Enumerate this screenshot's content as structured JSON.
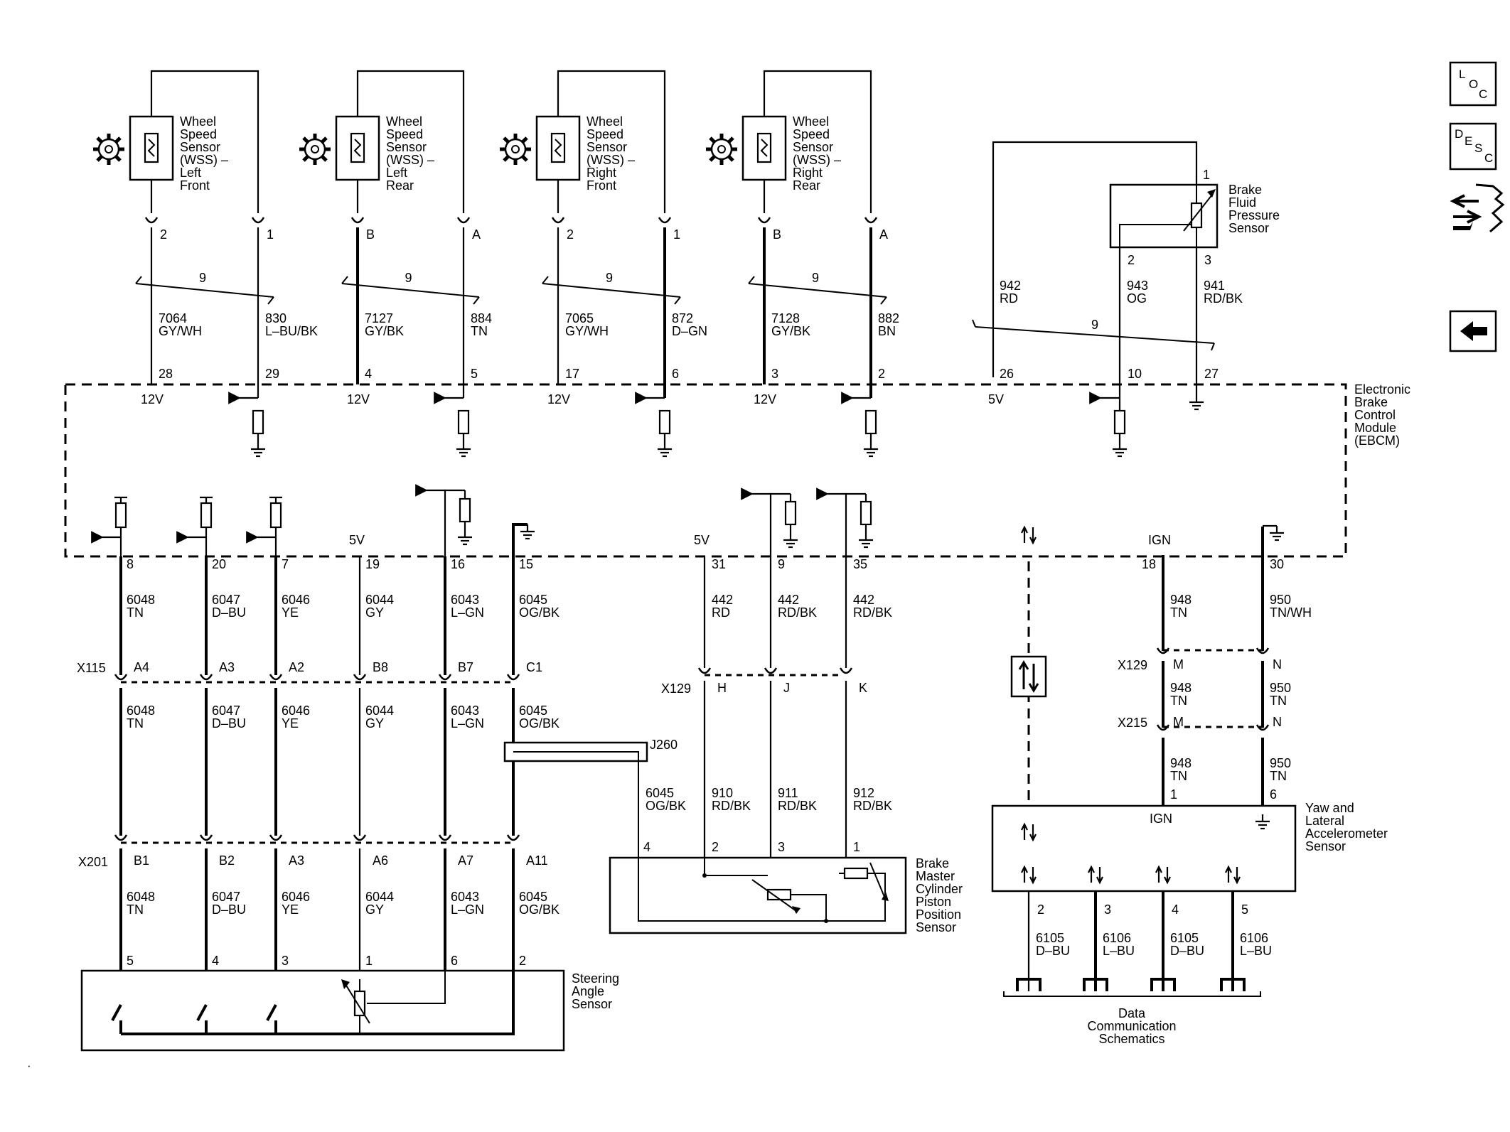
{
  "sensors": {
    "lf": {
      "line1": "Wheel",
      "line2": "Speed",
      "line3": "Sensor",
      "line4": "(WSS) –",
      "line5": "Left",
      "line6": "Front",
      "pin_a": "2",
      "pin_b": "1",
      "wire_a": "7064",
      "color_a": "GY/WH",
      "wire_b": "830",
      "color_b": "L–BU/BK",
      "ecm_pin_a": "28",
      "ecm_pin_b": "29",
      "voltage": "12V"
    },
    "lr": {
      "line1": "Wheel",
      "line2": "Speed",
      "line3": "Sensor",
      "line4": "(WSS) –",
      "line5": "Left",
      "line6": "Rear",
      "pin_a": "B",
      "pin_b": "A",
      "wire_a": "7127",
      "color_a": "GY/BK",
      "wire_b": "884",
      "color_b": "TN",
      "ecm_pin_a": "4",
      "ecm_pin_b": "5",
      "voltage": "12V"
    },
    "rf": {
      "line1": "Wheel",
      "line2": "Speed",
      "line3": "Sensor",
      "line4": "(WSS) –",
      "line5": "Right",
      "line6": "Front",
      "pin_a": "2",
      "pin_b": "1",
      "wire_a": "7065",
      "color_a": "GY/WH",
      "wire_b": "872",
      "color_b": "D–GN",
      "ecm_pin_a": "17",
      "ecm_pin_b": "6",
      "voltage": "12V"
    },
    "rr": {
      "line1": "Wheel",
      "line2": "Speed",
      "line3": "Sensor",
      "line4": "(WSS) –",
      "line5": "Right",
      "line6": "Rear",
      "pin_a": "B",
      "pin_b": "A",
      "wire_a": "7128",
      "color_a": "GY/BK",
      "wire_b": "882",
      "color_b": "BN",
      "ecm_pin_a": "3",
      "ecm_pin_b": "2",
      "voltage": "12V"
    }
  },
  "twist_label": "9",
  "bfps": {
    "line1": "Brake",
    "line2": "Fluid",
    "line3": "Pressure",
    "line4": "Sensor",
    "pin1": "1",
    "pin2": "2",
    "pin3": "3",
    "w1": "942",
    "c1": "RD",
    "w2": "943",
    "c2": "OG",
    "w3": "941",
    "c3": "RD/BK",
    "ecm1": "26",
    "ecm2": "10",
    "ecm3": "27",
    "voltage": "5V"
  },
  "ebcm": {
    "line1": "Electronic",
    "line2": "Brake",
    "line3": "Control",
    "line4": "Module",
    "line5": "(EBCM)"
  },
  "bottom_pins": {
    "p8": {
      "pin": "8",
      "wire": "6048",
      "color": "TN",
      "x115": "A4",
      "x201": "B1",
      "sas": "5"
    },
    "p20": {
      "pin": "20",
      "wire": "6047",
      "color": "D–BU",
      "x115": "A3",
      "x201": "B2",
      "sas": "4"
    },
    "p7": {
      "pin": "7",
      "wire": "6046",
      "color": "YE",
      "x115": "A2",
      "x201": "A3",
      "sas": "3"
    },
    "p19": {
      "pin": "19",
      "wire": "6044",
      "color": "GY",
      "x115": "B8",
      "x201": "A6",
      "sas": "1",
      "voltage": "5V"
    },
    "p16": {
      "pin": "16",
      "wire": "6043",
      "color": "L–GN",
      "x115": "B7",
      "x201": "A7",
      "sas": "6"
    },
    "p15": {
      "pin": "15",
      "wire": "6045",
      "color": "OG/BK",
      "x115": "C1",
      "x201": "A11",
      "sas": "2"
    }
  },
  "connectors": {
    "x115": "X115",
    "x201": "X201",
    "x129": "X129",
    "x215": "X215",
    "j260": "J260"
  },
  "bmc": {
    "p31": {
      "pin": "31",
      "wire": "442",
      "color": "RD",
      "x129": "H",
      "wire2": "910",
      "color2": "RD/BK",
      "sensor_pin": "2",
      "voltage": "5V"
    },
    "p9": {
      "pin": "9",
      "wire": "442",
      "color": "RD/BK",
      "x129": "J",
      "wire2": "911",
      "color2": "RD/BK",
      "sensor_pin": "3"
    },
    "p35": {
      "pin": "35",
      "wire": "442",
      "color": "RD/BK",
      "x129": "K",
      "wire2": "912",
      "color2": "RD/BK",
      "sensor_pin": "1"
    },
    "og_wire": "6045",
    "og_color": "OG/BK",
    "og_pin": "4",
    "line1": "Brake",
    "line2": "Master",
    "line3": "Cylinder",
    "line4": "Piston",
    "line5": "Position",
    "line6": "Sensor"
  },
  "sas": {
    "line1": "Steering",
    "line2": "Angle",
    "line3": "Sensor"
  },
  "yaw": {
    "ign_label": "IGN",
    "ign_pin": "18",
    "gnd_pin": "30",
    "ign_wire": "948",
    "ign_color": "TN",
    "gnd_wire": "950",
    "gnd_color": "TN/WH",
    "gnd_color2": "TN",
    "x129_ign": "M",
    "x129_gnd": "N",
    "x215_ign": "M",
    "x215_gnd": "N",
    "sensor_ign_pin": "1",
    "sensor_gnd_pin": "6",
    "line1": "Yaw and",
    "line2": "Lateral",
    "line3": "Accelerometer",
    "line4": "Sensor",
    "data": [
      {
        "pin": "2",
        "wire": "6105",
        "color": "D–BU"
      },
      {
        "pin": "3",
        "wire": "6106",
        "color": "L–BU"
      },
      {
        "pin": "4",
        "wire": "6105",
        "color": "D–BU"
      },
      {
        "pin": "5",
        "wire": "6106",
        "color": "L–BU"
      }
    ],
    "dc1": "Data",
    "dc2": "Communication",
    "dc3": "Schematics"
  },
  "side_buttons": {
    "loc_l": "L",
    "loc_o": "O",
    "loc_c": "C",
    "desc_d": "D",
    "desc_e": "E",
    "desc_s": "S",
    "desc_c": "C"
  }
}
